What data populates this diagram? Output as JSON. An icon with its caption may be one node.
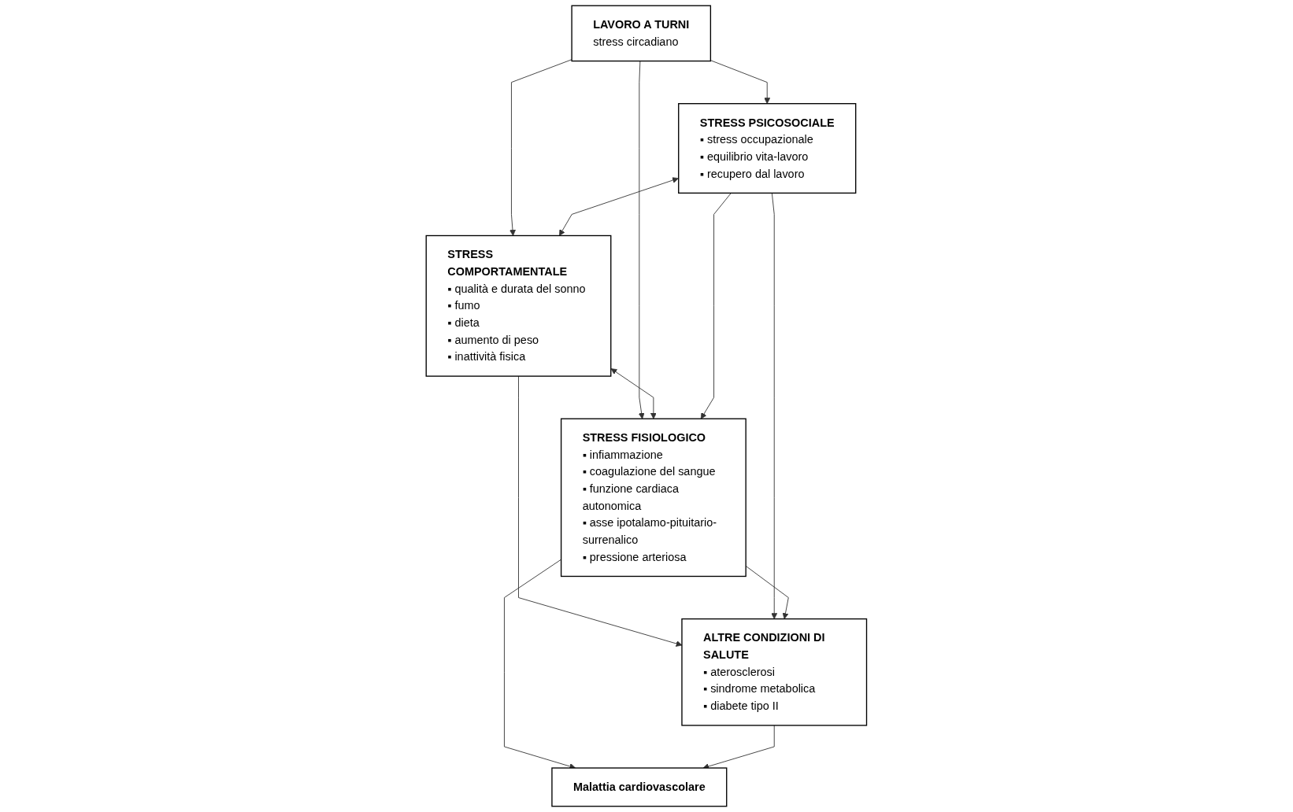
{
  "diagram": {
    "nodes": [
      {
        "text": [
          "LAVORO A TURNI",
          "stress circadiano"
        ]
      },
      {
        "text": [
          "STRESS PSICOSOCIALE",
          "▪ stress occupazionale",
          "▪ equilibrio vita-lavoro",
          "▪ recupero dal lavoro"
        ]
      },
      {
        "text": [
          "STRESS COMPORTAMENTALE",
          "▪ qualità e durata del sonno",
          "▪ fumo",
          "▪ dieta",
          "▪ aumento di peso",
          "▪ inattività fisica"
        ]
      },
      {
        "text": [
          "STRESS FISIOLOGICO",
          "▪ infiammazione",
          "▪ coagulazione del sangue",
          "▪ funzione cardiaca autonomica",
          "▪ asse ipotalamo-pituitario-surrenalico",
          "▪ pressione arteriosa"
        ]
      },
      {
        "text": [
          "ALTRE CONDIZIONI DI SALUTE",
          "▪ aterosclerosi",
          "▪ sindrome metabolica",
          "▪ diabete tipo II"
        ]
      },
      {
        "text": [
          "Malattia cardiovascolare"
        ]
      }
    ],
    "edges": [
      {
        "from": 0,
        "to": 1,
        "arrow": "to"
      },
      {
        "from": 0,
        "to": 2,
        "arrow": "to"
      },
      {
        "from": 0,
        "to": 3,
        "arrow": "to"
      },
      {
        "from": 1,
        "to": 2,
        "arrow": "both"
      },
      {
        "from": 2,
        "to": 3,
        "arrow": "both"
      },
      {
        "from": 1,
        "to": 3,
        "arrow": "to"
      },
      {
        "from": 2,
        "to": 4,
        "arrow": "to"
      },
      {
        "from": 1,
        "to": 4,
        "arrow": "to"
      },
      {
        "from": 3,
        "to": 4,
        "arrow": "to"
      },
      {
        "from": 3,
        "to": 5,
        "arrow": "to"
      },
      {
        "from": 4,
        "to": 5,
        "arrow": "to"
      }
    ]
  }
}
